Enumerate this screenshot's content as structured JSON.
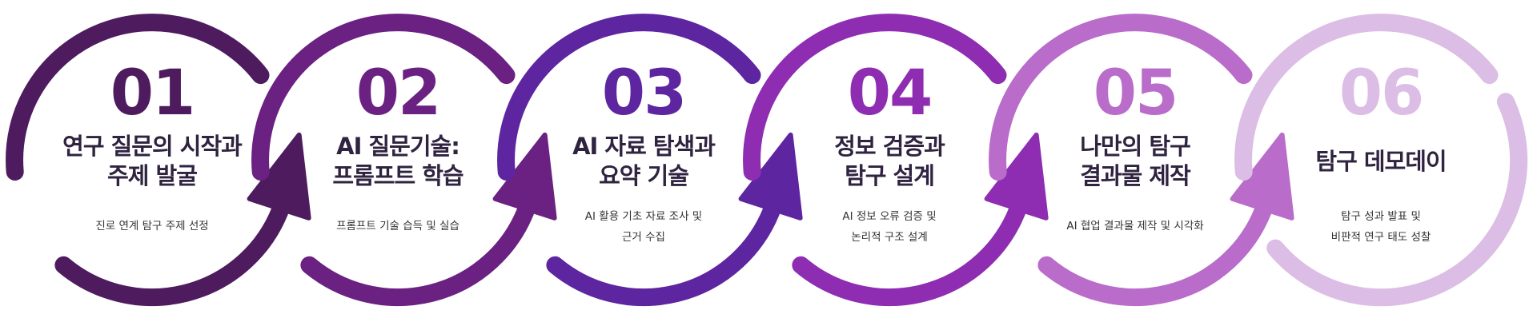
{
  "steps": [
    {
      "number": "01",
      "title": [
        "연구 질문의 시작과",
        "주제 발굴"
      ],
      "description": [
        "진로 연계 탐구 주제 선정"
      ],
      "color": "#4d1b5e"
    },
    {
      "number": "02",
      "title": [
        "AI 질문기술:",
        "프롬프트 학습"
      ],
      "description": [
        "프롬프트 기술 습득 및 실습"
      ],
      "color": "#6a2181"
    },
    {
      "number": "03",
      "title": [
        "AI 자료 탐색과",
        "요약 기술"
      ],
      "description": [
        "AI 활용 기초 자료 조사 및",
        "근거 수집"
      ],
      "color": "#5e25a0"
    },
    {
      "number": "04",
      "title": [
        "정보 검증과",
        "탐구 설계"
      ],
      "description": [
        "AI 정보 오류 검증 및",
        "논리적 구조 설계"
      ],
      "color": "#8e2db1"
    },
    {
      "number": "05",
      "title": [
        "나만의 탐구",
        "결과물 제작"
      ],
      "description": [
        "AI 협업 결과물 제작 및 시각화"
      ],
      "color": "#b96cc9"
    },
    {
      "number": "06",
      "title": [
        "탐구 데모데이"
      ],
      "description": [
        "탐구 성과 발표 및",
        "비판적 연구 태도 성찰"
      ],
      "color": "#dcbde5"
    }
  ]
}
